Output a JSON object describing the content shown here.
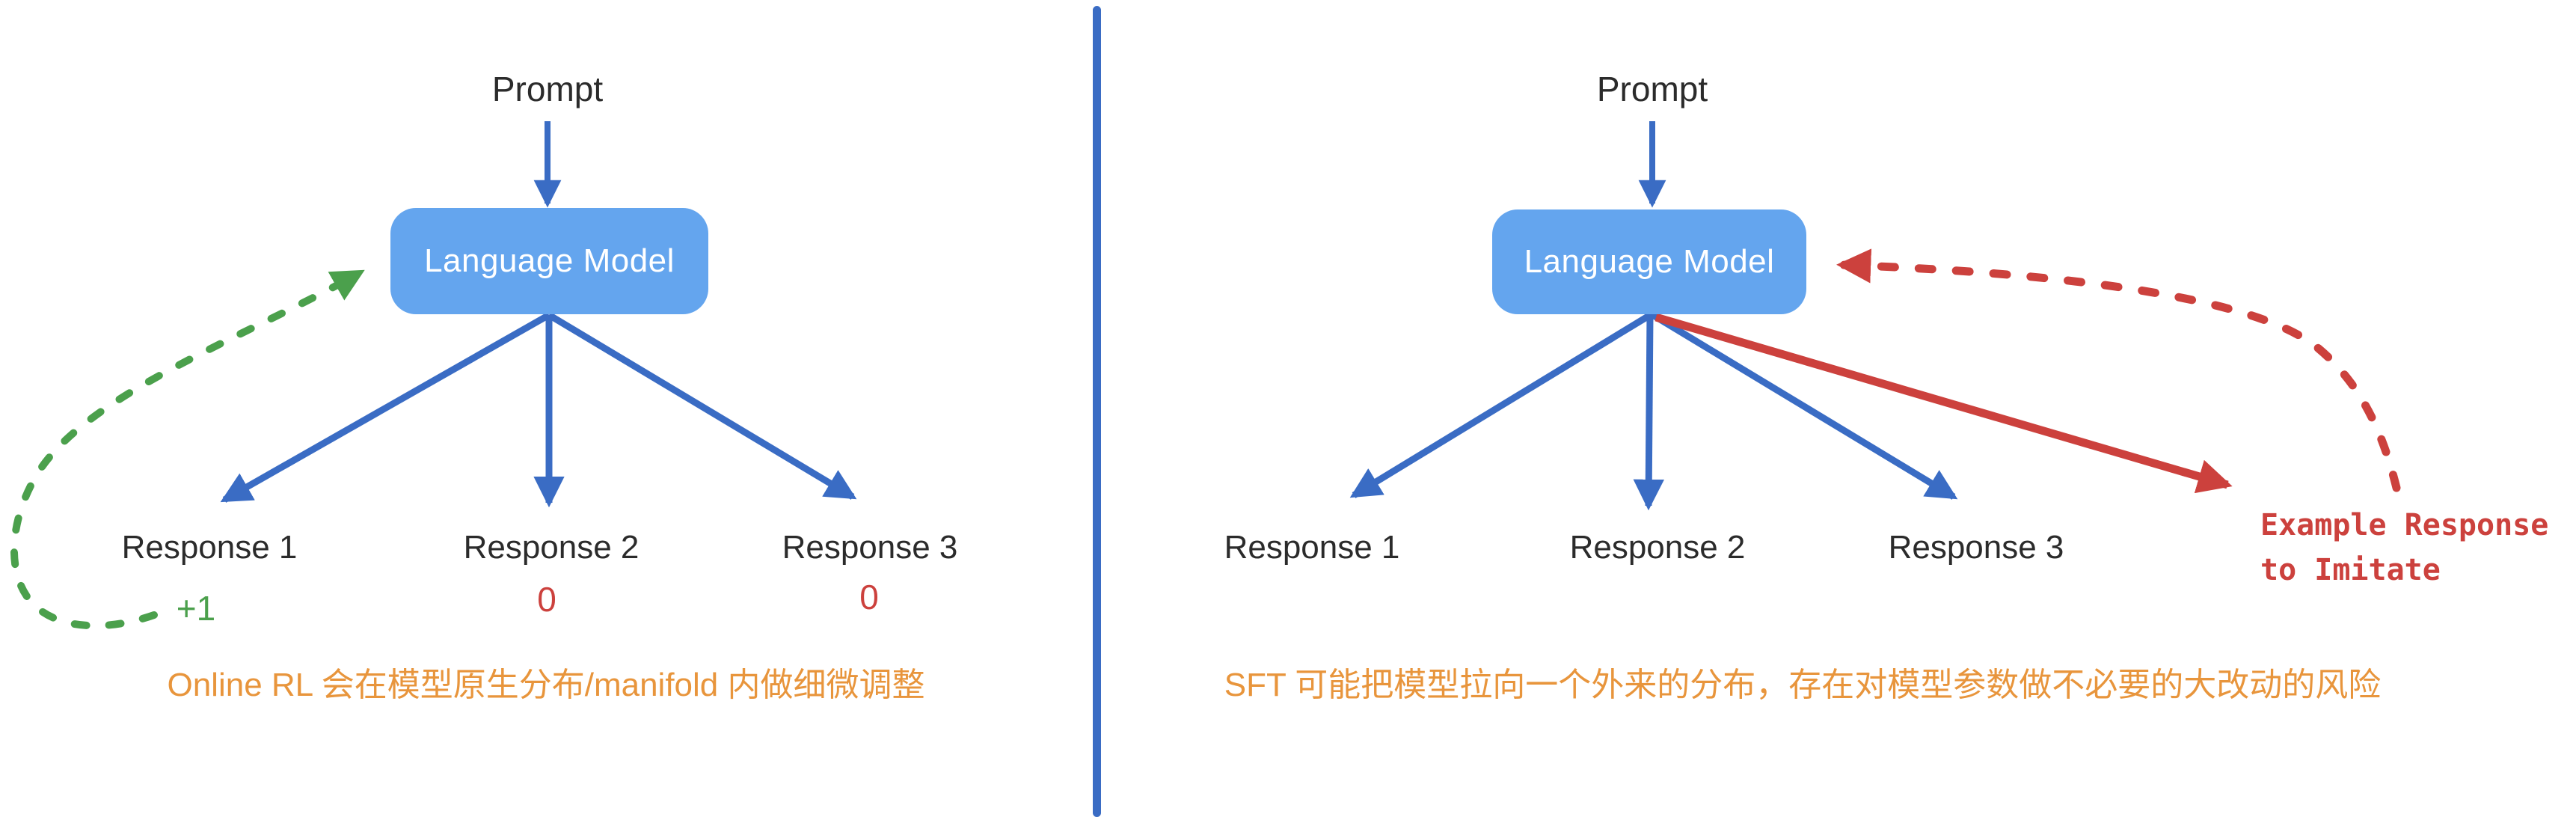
{
  "left_panel": {
    "prompt_label": "Prompt",
    "model_box_label": "Language Model",
    "responses": [
      "Response 1",
      "Response 2",
      "Response 3"
    ],
    "rewards": {
      "response1": "+1",
      "response2": "0",
      "response3": "0"
    },
    "caption": "Online RL 会在模型原生分布/manifold 内做细微调整"
  },
  "right_panel": {
    "prompt_label": "Prompt",
    "model_box_label": "Language Model",
    "responses": [
      "Response 1",
      "Response 2",
      "Response 3"
    ],
    "example_response_label": {
      "line1": "Example Response",
      "line2": "to Imitate"
    },
    "caption": "SFT 可能把模型拉向一个外来的分布，存在对模型参数做不必要的大改动的风险"
  },
  "colors": {
    "arrow_blue": "#3A6CC4",
    "model_box_fill": "#64A5EE",
    "reward_positive_green": "#4BA04C",
    "negative_red": "#CC413D",
    "caption_orange": "#E8953C",
    "text_dark": "#2B2B2B"
  }
}
